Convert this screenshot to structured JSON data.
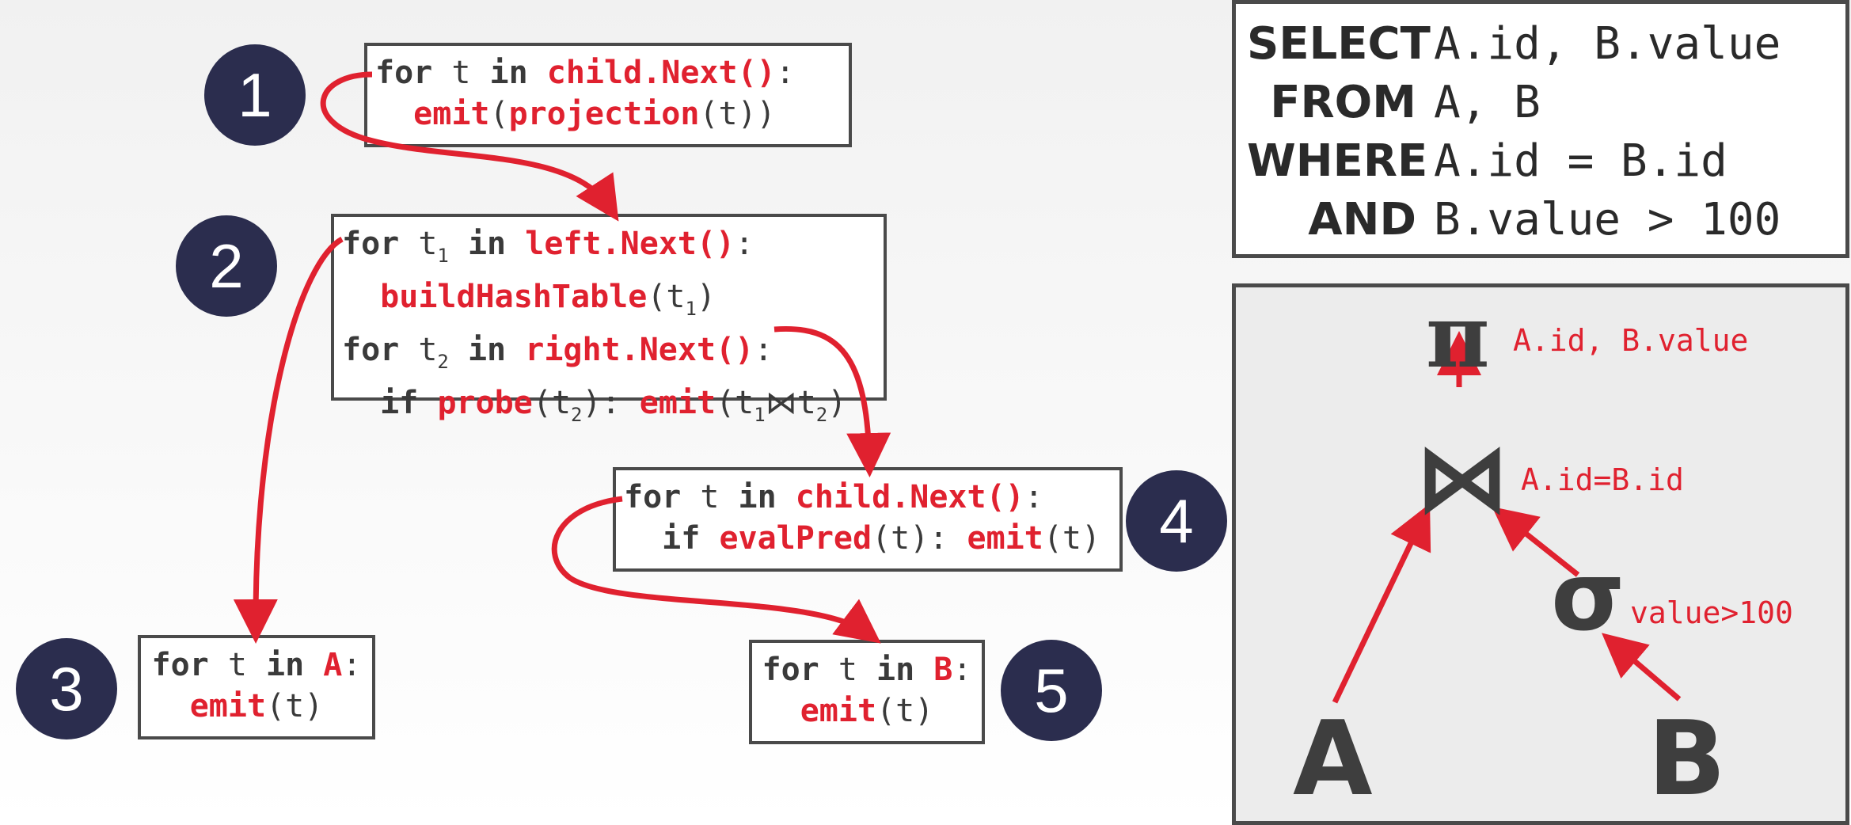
{
  "steps": [
    {
      "n": "1",
      "lines": [
        {
          "kw1": "for",
          "v": " t ",
          "kw2": "in",
          "call": "child.Next()",
          "end": ":"
        },
        {
          "indent": "  ",
          "emit": "emit",
          "p1": "(",
          "fn": "projection",
          "arg": "(t))"
        }
      ]
    },
    {
      "n": "2"
    },
    {
      "n": "3"
    },
    {
      "n": "4"
    },
    {
      "n": "5"
    }
  ],
  "block2": {
    "l1": {
      "kw1": "for",
      "v": " t",
      "sub": "1",
      "kw2": "in",
      "call": "left.Next()",
      "end": ":"
    },
    "l2": {
      "fn": "buildHashTable",
      "arg": "(t",
      "sub": "1",
      "close": ")"
    },
    "l3": {
      "kw1": "for",
      "v": " t",
      "sub": "2",
      "kw2": "in",
      "call": "right.Next()",
      "end": ":"
    },
    "l4": {
      "kw": "if",
      "fn": "probe",
      "a1": "(t",
      "s1": "2",
      "a2": "): ",
      "emit": "emit",
      "a3": "(t",
      "s2": "1",
      "join": "⋈",
      "a4": "t",
      "s3": "2",
      "a5": ")"
    }
  },
  "block3": {
    "kw1": "for",
    "v": " t ",
    "kw2": "in",
    "rel": "A",
    "end": ":",
    "emit": "emit",
    "arg": "(t)"
  },
  "block4": {
    "kw1": "for",
    "v": " t ",
    "kw2": "in",
    "call": "child.Next()",
    "end": ":",
    "kw3": "if",
    "fn": "evalPred",
    "arg": "(t): ",
    "emit": "emit",
    "arg2": "(t)"
  },
  "block5": {
    "kw1": "for",
    "v": " t ",
    "kw2": "in",
    "rel": "B",
    "end": ":",
    "emit": "emit",
    "arg": "(t)"
  },
  "sql": [
    {
      "kw": "SELECT",
      "text": "A.id, B.value"
    },
    {
      "kw": "FROM",
      "text": "A, B"
    },
    {
      "kw": "WHERE",
      "text": "A.id = B.id"
    },
    {
      "kw": "AND",
      "text": "B.value > 100"
    }
  ],
  "plan": {
    "projection_symbol": "π",
    "projection_label": "A.id, B.value",
    "join_symbol": "⋈",
    "join_label": "A.id=B.id",
    "selection_symbol": "σ",
    "selection_label": "value>100",
    "left_relation": "A",
    "right_relation": "B"
  },
  "colors": {
    "accent": "#e0212f",
    "badge": "#2b2d4e",
    "border": "#4a4a4a"
  }
}
